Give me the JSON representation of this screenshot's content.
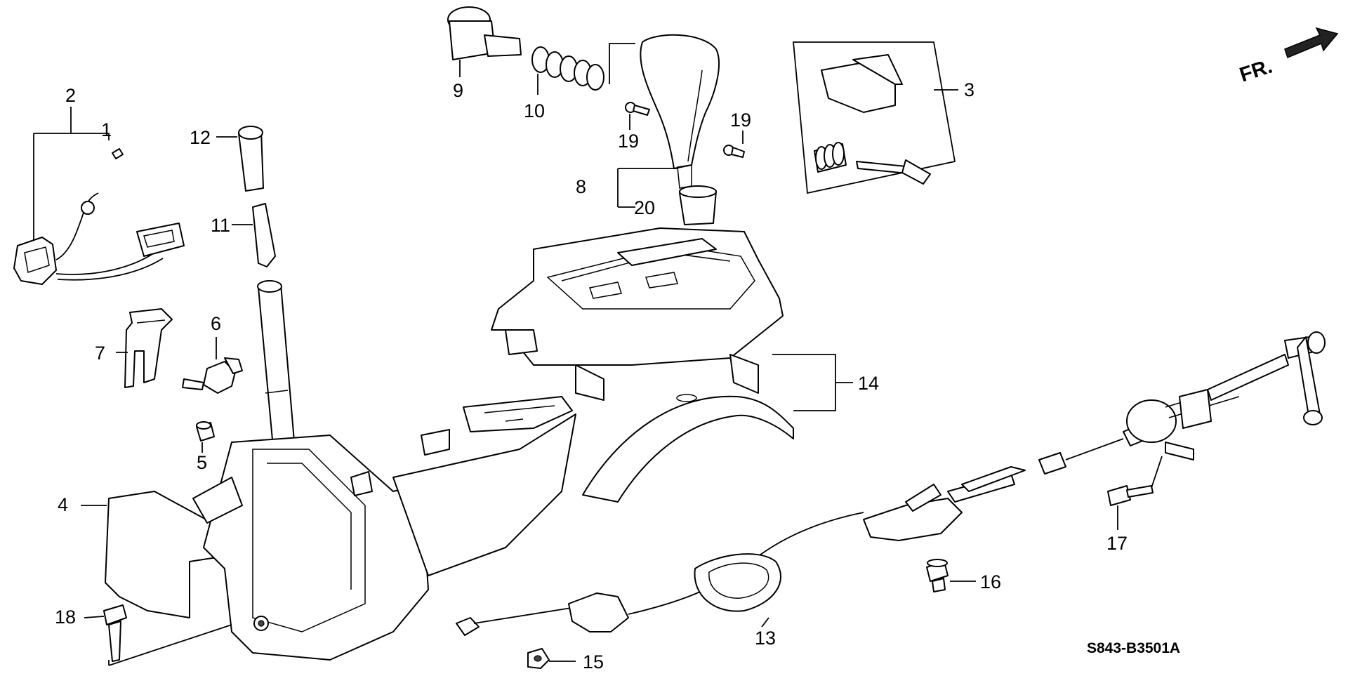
{
  "diagram": {
    "code": "S843-B3501A",
    "direction_label": "FR.",
    "callouts": {
      "c1": "1",
      "c2": "2",
      "c3": "3",
      "c4": "4",
      "c5": "5",
      "c6": "6",
      "c7": "7",
      "c8": "8",
      "c9": "9",
      "c10": "10",
      "c11": "11",
      "c12": "12",
      "c13": "13",
      "c14": "14",
      "c15": "15",
      "c16": "16",
      "c17": "17",
      "c18": "18",
      "c19a": "19",
      "c19b": "19",
      "c20": "20"
    }
  }
}
